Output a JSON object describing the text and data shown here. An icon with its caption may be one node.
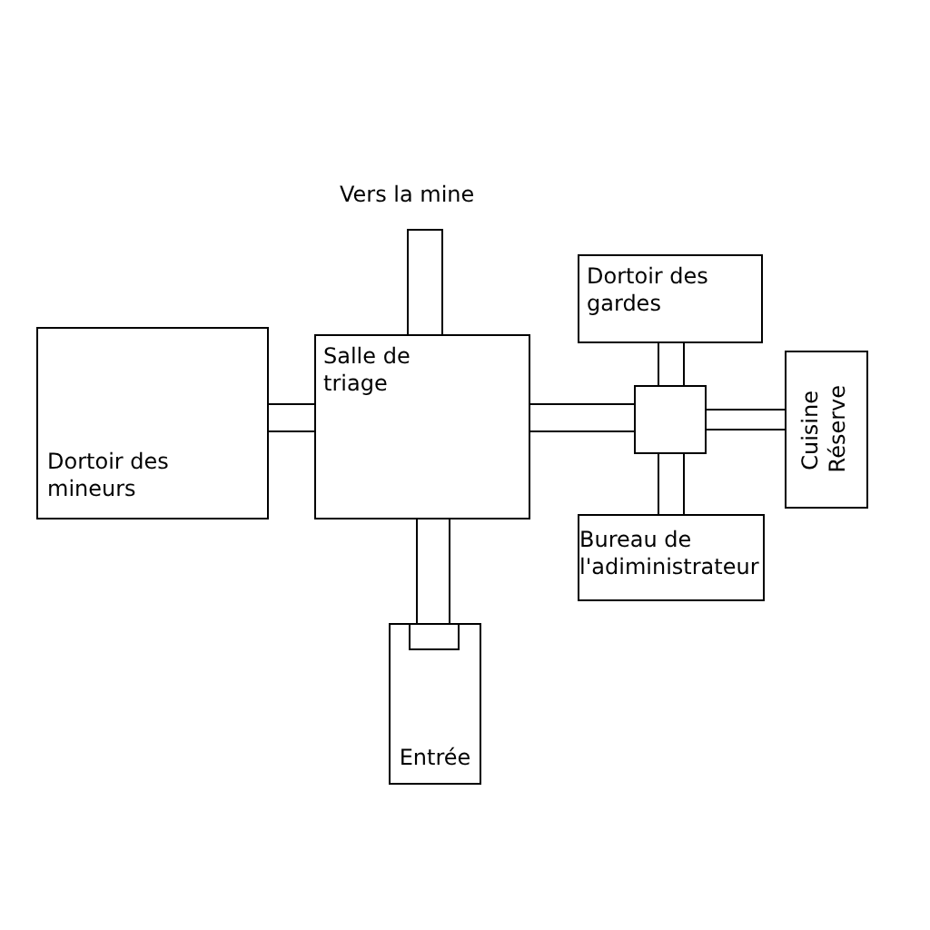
{
  "diagram": {
    "nodes": [
      {
        "text": [],
        "shape": "box"
      },
      {
        "text": [
          "Dortoir des gardes"
        ]
      },
      {
        "text": [
          "Dortoir des mineurs"
        ]
      },
      {
        "text": [],
        "shape": "box"
      },
      {
        "text": [
          "Salle de triage"
        ]
      },
      {
        "text": [],
        "shape": "box"
      },
      {
        "text": [],
        "shape": "box"
      },
      {
        "text": [],
        "shape": "box"
      },
      {
        "text": [],
        "shape": "box"
      },
      {
        "text": [],
        "shape": "box"
      },
      {
        "text": [
          "Cuisine",
          "Réserve"
        ]
      },
      {
        "text": [
          "Bureau de l'adiministrateur"
        ]
      },
      {
        "text": [],
        "shape": "box"
      },
      {
        "text": [
          "Entrée"
        ]
      },
      {
        "text": [],
        "shape": "box",
        "in": 13
      }
    ],
    "labels": [
      "Vers la mine"
    ]
  }
}
